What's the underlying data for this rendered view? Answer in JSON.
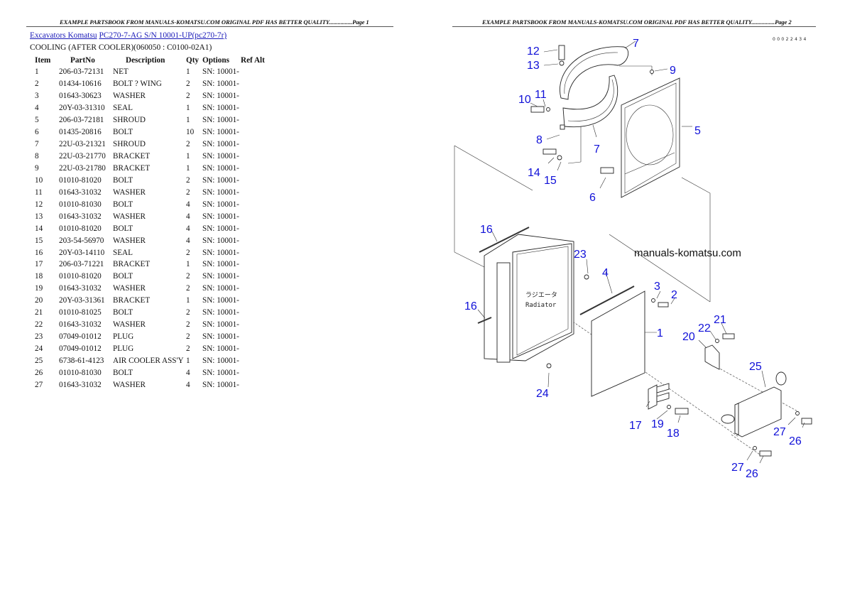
{
  "page1": {
    "header": "EXAMPLE PARTSBOOK FROM MANUALS-KOMATSU.COM ORIGINAL PDF HAS BETTER QUALITY................Page 1",
    "breadcrumb": {
      "link1": "Excavators Komatsu",
      "link2": "PC270-7-AG S/N 10001-UP(pc270-7r)"
    },
    "section_title": "COOLING (AFTER COOLER)(060050 : C0100-02A1)",
    "table": {
      "columns": [
        "Item",
        "PartNo",
        "Description",
        "Qty",
        "Options",
        "Ref Alt"
      ],
      "rows": [
        {
          "item": "1",
          "partno": "206-03-72131",
          "desc": "NET",
          "qty": "1",
          "options": "SN: 10001-"
        },
        {
          "item": "2",
          "partno": "01434-10616",
          "desc": "BOLT ? WING",
          "qty": "2",
          "options": "SN: 10001-"
        },
        {
          "item": "3",
          "partno": "01643-30623",
          "desc": "WASHER",
          "qty": "2",
          "options": "SN: 10001-"
        },
        {
          "item": "4",
          "partno": "20Y-03-31310",
          "desc": "SEAL",
          "qty": "1",
          "options": "SN: 10001-"
        },
        {
          "item": "5",
          "partno": "206-03-72181",
          "desc": "SHROUD",
          "qty": "1",
          "options": "SN: 10001-"
        },
        {
          "item": "6",
          "partno": "01435-20816",
          "desc": "BOLT",
          "qty": "10",
          "options": "SN: 10001-"
        },
        {
          "item": "7",
          "partno": "22U-03-21321",
          "desc": "SHROUD",
          "qty": "2",
          "options": "SN: 10001-"
        },
        {
          "item": "8",
          "partno": "22U-03-21770",
          "desc": "BRACKET",
          "qty": "1",
          "options": "SN: 10001-"
        },
        {
          "item": "9",
          "partno": "22U-03-21780",
          "desc": "BRACKET",
          "qty": "1",
          "options": "SN: 10001-"
        },
        {
          "item": "10",
          "partno": "01010-81020",
          "desc": "BOLT",
          "qty": "2",
          "options": "SN: 10001-"
        },
        {
          "item": "11",
          "partno": "01643-31032",
          "desc": "WASHER",
          "qty": "2",
          "options": "SN: 10001-"
        },
        {
          "item": "12",
          "partno": "01010-81030",
          "desc": "BOLT",
          "qty": "4",
          "options": "SN: 10001-"
        },
        {
          "item": "13",
          "partno": "01643-31032",
          "desc": "WASHER",
          "qty": "4",
          "options": "SN: 10001-"
        },
        {
          "item": "14",
          "partno": "01010-81020",
          "desc": "BOLT",
          "qty": "4",
          "options": "SN: 10001-"
        },
        {
          "item": "15",
          "partno": "203-54-56970",
          "desc": "WASHER",
          "qty": "4",
          "options": "SN: 10001-"
        },
        {
          "item": "16",
          "partno": "20Y-03-14110",
          "desc": "SEAL",
          "qty": "2",
          "options": "SN: 10001-"
        },
        {
          "item": "17",
          "partno": "206-03-71221",
          "desc": "BRACKET",
          "qty": "1",
          "options": "SN: 10001-"
        },
        {
          "item": "18",
          "partno": "01010-81020",
          "desc": "BOLT",
          "qty": "2",
          "options": "SN: 10001-"
        },
        {
          "item": "19",
          "partno": "01643-31032",
          "desc": "WASHER",
          "qty": "2",
          "options": "SN: 10001-"
        },
        {
          "item": "20",
          "partno": "20Y-03-31361",
          "desc": "BRACKET",
          "qty": "1",
          "options": "SN: 10001-"
        },
        {
          "item": "21",
          "partno": "01010-81025",
          "desc": "BOLT",
          "qty": "2",
          "options": "SN: 10001-"
        },
        {
          "item": "22",
          "partno": "01643-31032",
          "desc": "WASHER",
          "qty": "2",
          "options": "SN: 10001-"
        },
        {
          "item": "23",
          "partno": "07049-01012",
          "desc": "PLUG",
          "qty": "2",
          "options": "SN: 10001-"
        },
        {
          "item": "24",
          "partno": "07049-01012",
          "desc": "PLUG",
          "qty": "2",
          "options": "SN: 10001-"
        },
        {
          "item": "25",
          "partno": "6738-61-4123",
          "desc": "AIR COOLER ASS'Y",
          "qty": "1",
          "options": "SN: 10001-"
        },
        {
          "item": "26",
          "partno": "01010-81030",
          "desc": "BOLT",
          "qty": "4",
          "options": "SN: 10001-"
        },
        {
          "item": "27",
          "partno": "01643-31032",
          "desc": "WASHER",
          "qty": "4",
          "options": "SN: 10001-"
        }
      ]
    }
  },
  "page2": {
    "header": "EXAMPLE PARTSBOOK FROM MANUALS-KOMATSU.COM ORIGINAL PDF HAS BETTER QUALITY................Page 2",
    "drawing_code": "00022434",
    "watermark": "manuals-komatsu.com",
    "radiator_label_jp": "ラジエータ",
    "radiator_label_en": "Radiator",
    "callouts": {
      "c1": "1",
      "c2": "2",
      "c3": "3",
      "c4": "4",
      "c5": "5",
      "c6": "6",
      "c7a": "7",
      "c7b": "7",
      "c8": "8",
      "c9": "9",
      "c10": "10",
      "c11": "11",
      "c12": "12",
      "c13": "13",
      "c14": "14",
      "c15": "15",
      "c16a": "16",
      "c16b": "16",
      "c17": "17",
      "c18": "18",
      "c19": "19",
      "c20": "20",
      "c21": "21",
      "c22": "22",
      "c23": "23",
      "c24": "24",
      "c25": "25",
      "c26a": "26",
      "c26b": "26",
      "c27a": "27",
      "c27b": "27"
    },
    "colors": {
      "callout": "#1010d8",
      "link": "#1a1ab8"
    }
  }
}
